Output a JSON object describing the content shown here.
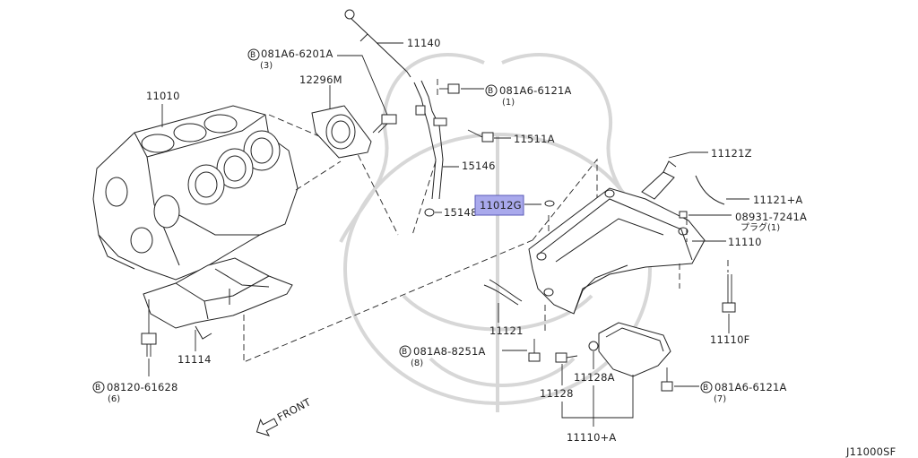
{
  "diagram_id": "J11000SF",
  "front_label": "FRONT",
  "highlight_color": "#a9a9ec",
  "parts": {
    "p11010": "11010",
    "p12296m": "12296M",
    "p11140": "11140",
    "p081a6_6201a": "081A6-6201A",
    "p081a6_6201a_qty": "(3)",
    "p081a6_6121a_top": "081A6-6121A",
    "p081a6_6121a_top_qty": "(1)",
    "p11511a": "11511A",
    "p15146": "15146",
    "p15148": "15148",
    "p11012g": "11012G",
    "p11121z": "11121Z",
    "p11121a_plus": "11121+A",
    "p08931_7241a": "08931-7241A",
    "p08931_7241a_qty": "プラグ(1)",
    "p11110": "11110",
    "p11121": "11121",
    "p081a8_8251a": "081A8-8251A",
    "p081a8_8251a_qty": "(8)",
    "p11114": "11114",
    "p08120_61628": "08120-61628",
    "p08120_61628_qty": "(6)",
    "p11128": "11128",
    "p11128a": "11128A",
    "p11110f": "11110F",
    "p081a6_6121a_bot": "081A6-6121A",
    "p081a6_6121a_bot_qty": "(7)",
    "p11110_plus_a": "11110+A"
  }
}
